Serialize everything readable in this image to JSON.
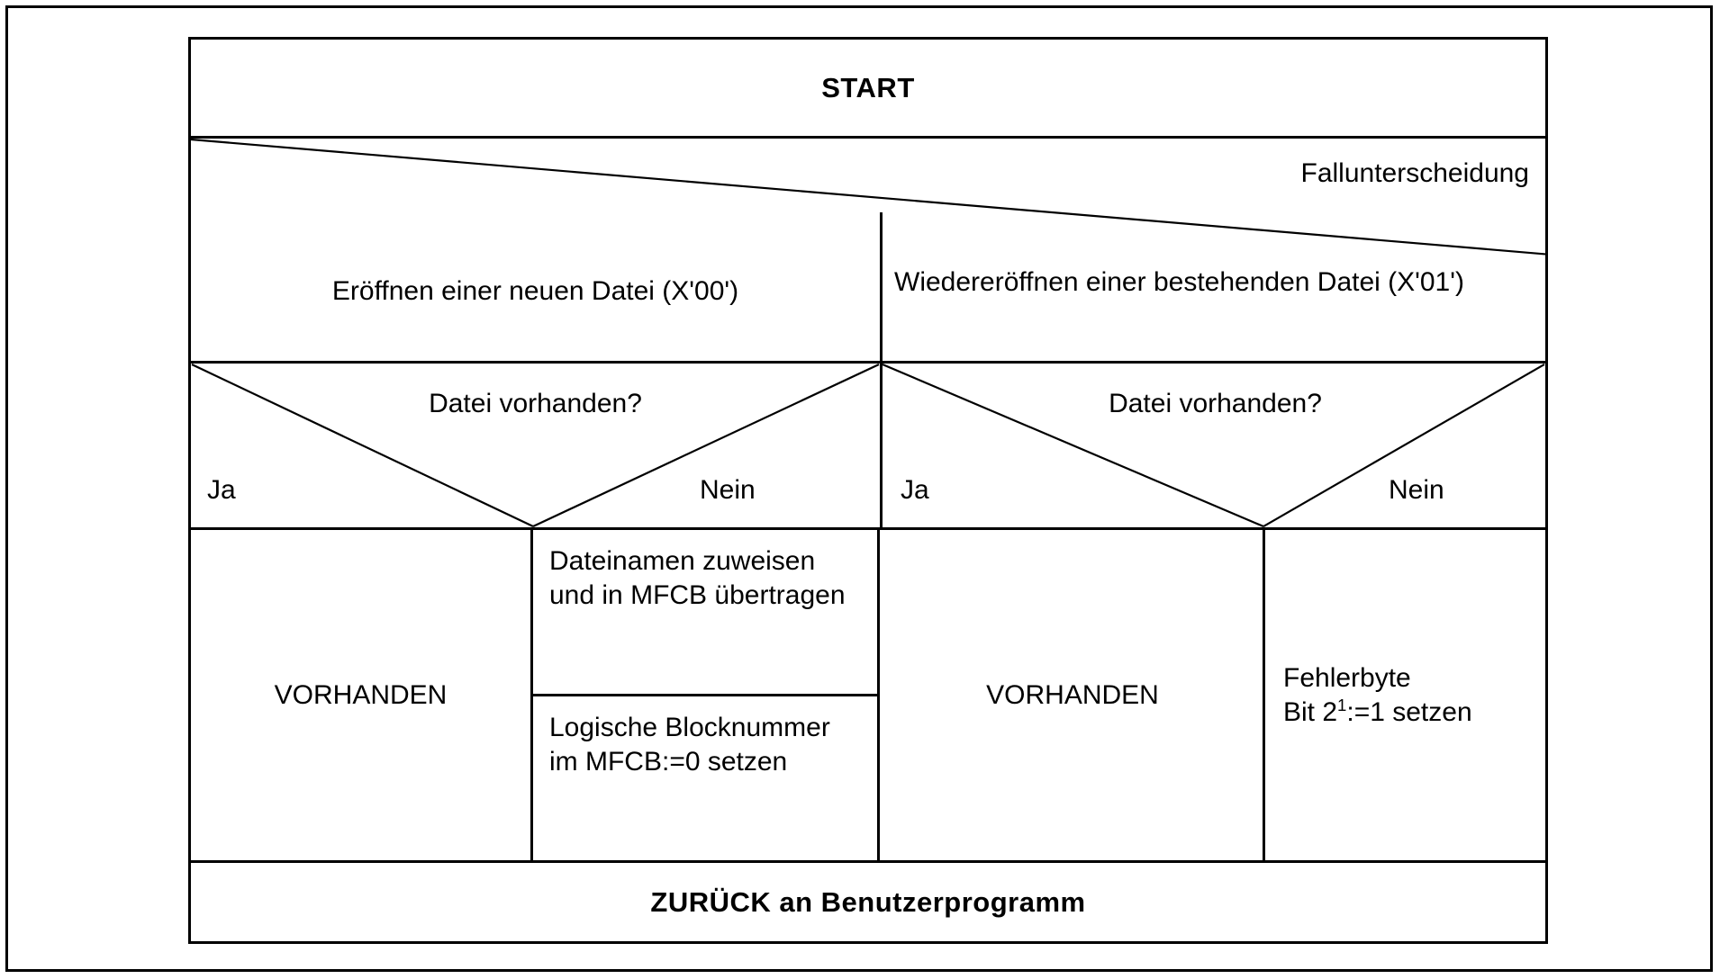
{
  "diagram": {
    "type": "nassi-shneiderman-structogram",
    "language": "de",
    "start_label": "START",
    "end_label": "ZURÜCK an Benutzerprogramm",
    "case_split": {
      "label": "Fallunterscheidung",
      "branches": [
        {
          "id": "new-file",
          "label": "Eröffnen einer neuen Datei (X'00')"
        },
        {
          "id": "existing-file",
          "label": "Wiedereröffnen einer bestehenden Datei (X'01')"
        }
      ]
    },
    "decisions": [
      {
        "id": "decision-left",
        "question": "Datei vorhanden?",
        "yes_label": "Ja",
        "no_label": "Nein"
      },
      {
        "id": "decision-right",
        "question": "Datei vorhanden?",
        "yes_label": "Ja",
        "no_label": "Nein"
      }
    ],
    "actions": {
      "left_yes": "VORHANDEN",
      "left_no_1": "Dateinamen zuweisen und in MFCB übertragen",
      "left_no_2": "Logische Blocknummer im MFCB:=0 setzen",
      "right_yes": "VORHANDEN",
      "right_no_line1": "Fehlerbyte",
      "right_no_line2_prefix": "Bit 2",
      "right_no_line2_sup": "1",
      "right_no_line2_suffix": ":=1 setzen"
    },
    "colors": {
      "line": "#000000",
      "text": "#000000",
      "background": "#ffffff"
    }
  }
}
